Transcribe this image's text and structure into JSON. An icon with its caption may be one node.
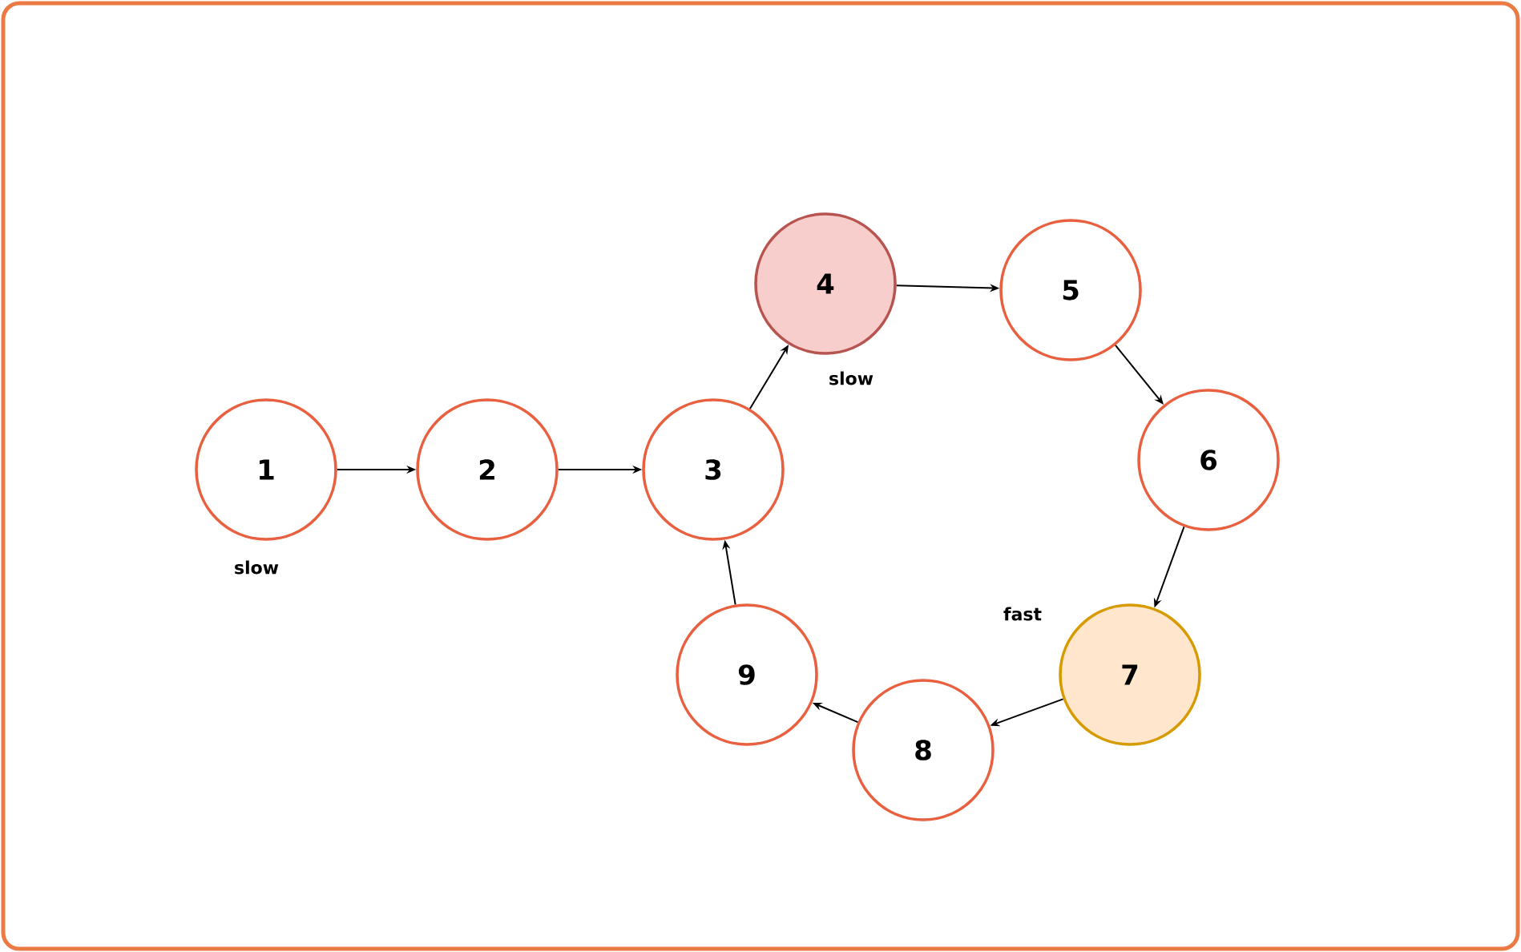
{
  "diagram": {
    "nodes": [
      {
        "text": [
          "1"
        ],
        "beside": [
          "slow"
        ]
      },
      {
        "text": [
          "2"
        ]
      },
      {
        "text": [
          "3"
        ]
      },
      {
        "text": [
          "4"
        ],
        "beside": [
          "slow"
        ]
      },
      {
        "text": [
          "5"
        ]
      },
      {
        "text": [
          "6"
        ]
      },
      {
        "text": [
          "7"
        ],
        "beside": [
          "fast"
        ]
      },
      {
        "text": [
          "8"
        ]
      },
      {
        "text": [
          "9"
        ]
      }
    ],
    "edges": [
      {
        "from": 0,
        "to": 1,
        "arrow": "to"
      },
      {
        "from": 1,
        "to": 2,
        "arrow": "to"
      },
      {
        "from": 2,
        "to": 3,
        "arrow": "to"
      },
      {
        "from": 3,
        "to": 4,
        "arrow": "to"
      },
      {
        "from": 4,
        "to": 5,
        "arrow": "to"
      },
      {
        "from": 5,
        "to": 6,
        "arrow": "to"
      },
      {
        "from": 6,
        "to": 7,
        "arrow": "to"
      },
      {
        "from": 7,
        "to": 8,
        "arrow": "to"
      },
      {
        "from": 8,
        "to": 2,
        "arrow": "to"
      }
    ]
  }
}
